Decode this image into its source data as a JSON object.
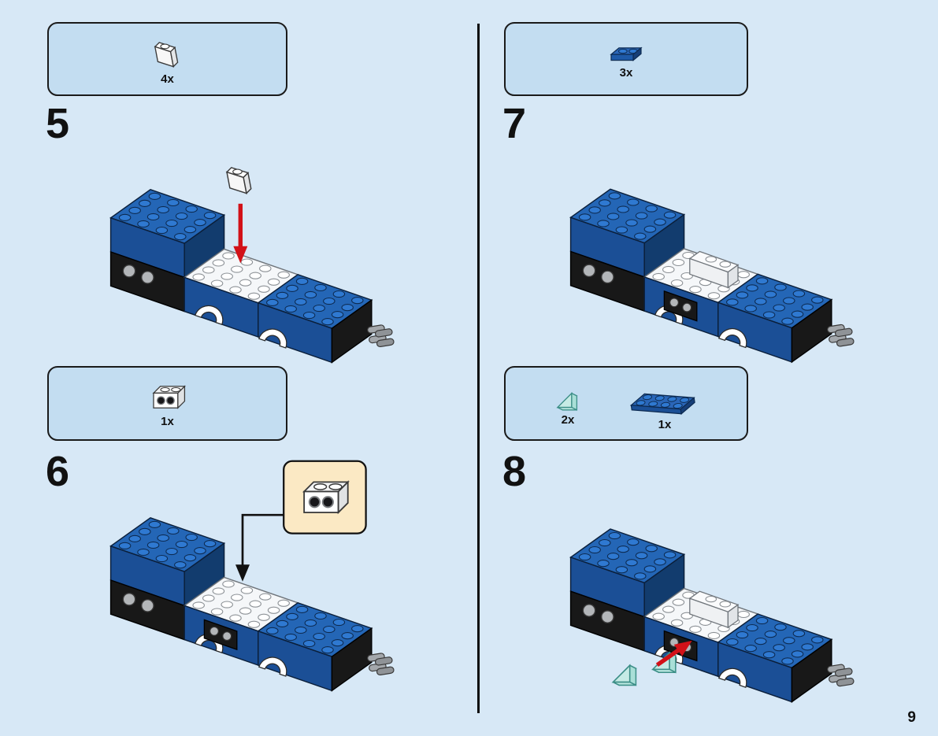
{
  "page": {
    "number": "9"
  },
  "colors": {
    "background": "#D7E8F6",
    "parts_panel": "#C3DDF1",
    "callout_panel": "#FBE9C4",
    "lego_blue": "#1E5AA8",
    "lego_white": "#FFFFFF",
    "trans_light_blue": "#C6EBE5",
    "arrow_red": "#D21118"
  },
  "steps": {
    "step5": {
      "label": "5",
      "parts": [
        {
          "icon": "white-slope-1x1-icon",
          "count": "4x"
        }
      ]
    },
    "step6": {
      "label": "6",
      "parts": [
        {
          "icon": "white-brick-1x2-holes-icon",
          "count": "1x"
        }
      ]
    },
    "step7": {
      "label": "7",
      "parts": [
        {
          "icon": "blue-plate-1x2-icon",
          "count": "3x"
        }
      ]
    },
    "step8": {
      "label": "8",
      "parts": [
        {
          "icon": "trans-light-blue-slope-icon",
          "count": "2x"
        },
        {
          "icon": "blue-plate-2x4-icon",
          "count": "1x"
        }
      ]
    }
  }
}
